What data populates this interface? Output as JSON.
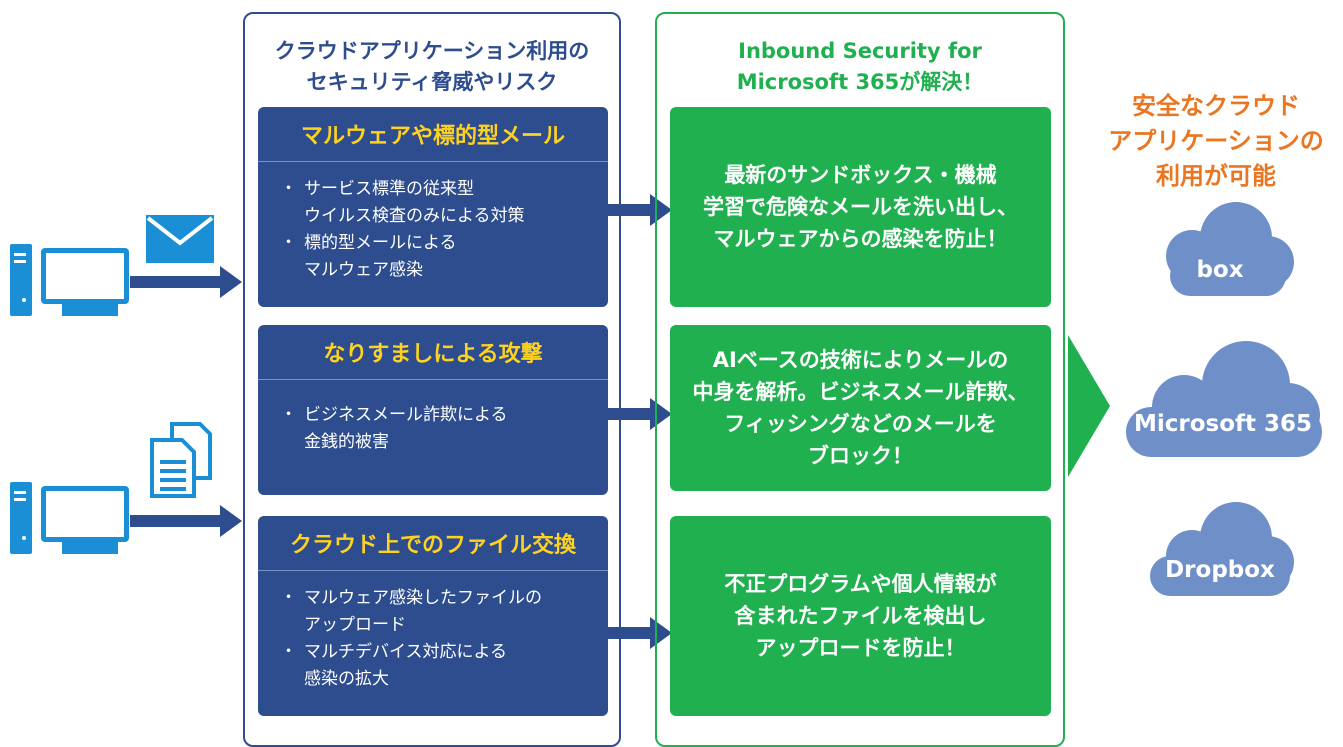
{
  "threats_column": {
    "title": "クラウドアプリケーション利用の\nセキュリティ脅威やリスク"
  },
  "solution_column": {
    "title": "Inbound Security for\nMicrosoft 365が解決！"
  },
  "threats": [
    {
      "heading": "マルウェアや標的型メール",
      "items": [
        "サービス標準の従来型\nウイルス検査のみによる対策",
        "標的型メールによる\nマルウェア感染"
      ]
    },
    {
      "heading": "なりすましによる攻撃",
      "items": [
        "ビジネスメール詐欺による\n金銭的被害"
      ]
    },
    {
      "heading": "クラウド上でのファイル交換",
      "items": [
        "マルウェア感染したファイルの\nアップロード",
        "マルチデバイス対応による\n感染の拡大"
      ]
    }
  ],
  "solutions": [
    {
      "text": "最新のサンドボックス・機械\n学習で危険なメールを洗い出し、\nマルウェアからの感染を防止！"
    },
    {
      "text": "AIベースの技術によりメールの\n中身を解析。ビジネスメール詐欺、\nフィッシングなどのメールを\nブロック！"
    },
    {
      "text": "不正プログラムや個人情報が\n含まれたファイルを検出し\nアップロードを防止！"
    }
  ],
  "result": {
    "title": "安全なクラウド\nアプリケーションの\n利用が可能",
    "clouds": [
      "box",
      "Microsoft 365",
      "Dropbox"
    ]
  },
  "colors": {
    "threat_blue": "#2e4d8f",
    "threat_heading": "#ffd21f",
    "solution_green": "#20b04f",
    "accent_orange": "#ea7621",
    "device_blue": "#1a8fd6",
    "cloud_blue": "#6f8fc9"
  },
  "icons": [
    "computer-icon",
    "envelope-icon",
    "document-icon",
    "arrow-icon",
    "cloud-icon"
  ]
}
